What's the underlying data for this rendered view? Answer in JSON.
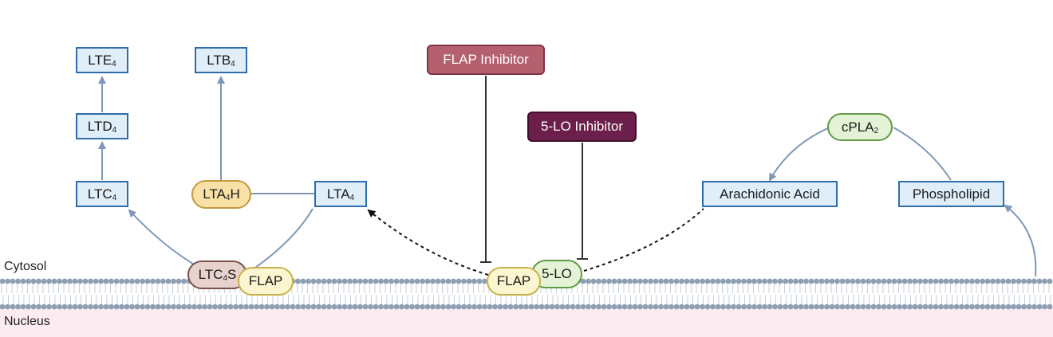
{
  "regions": {
    "cytosol": "Cytosol",
    "nucleus": "Nucleus"
  },
  "nodes": {
    "lte4": {
      "base": "LTE",
      "sub": "4",
      "post": ""
    },
    "ltd4": {
      "base": "LTD",
      "sub": "4",
      "post": ""
    },
    "ltc4": {
      "base": "LTC",
      "sub": "4",
      "post": ""
    },
    "ltb4": {
      "base": "LTB",
      "sub": "4",
      "post": ""
    },
    "lta4": {
      "base": "LTA",
      "sub": "4",
      "post": ""
    },
    "lta4h": {
      "base": "LTA",
      "sub": "4",
      "post": "H"
    },
    "ltc4s": {
      "base": "LTC",
      "sub": "4",
      "post": "S"
    },
    "cpla2": {
      "base": "cPLA",
      "sub": "2",
      "post": ""
    },
    "flap_left": "FLAP",
    "flap_center": "FLAP",
    "five_lo": "5-LO",
    "arachidonic_acid": "Arachidonic Acid",
    "phospholipid": "Phospholipid",
    "flap_inhibitor": "FLAP Inhibitor",
    "five_lo_inhibitor": "5-LO Inhibitor"
  },
  "colors": {
    "box_fill": "#dfeef9",
    "box_border": "#2d6da8",
    "arrow": "#7f96b8",
    "flap_fill": "#fbf6d0",
    "flap_border": "#c8b04a",
    "lta4h_fill": "#f7e1a6",
    "lta4h_border": "#c39a3f",
    "ltc4s_fill": "#e8d2cd",
    "ltc4s_border": "#7a5048",
    "five_lo_fill": "#e4f3d6",
    "five_lo_border": "#5f9a45",
    "flap_inhibitor_fill": "#b5606f",
    "five_lo_inhibitor_fill": "#6b1f4a",
    "membrane": "#8e9fb3",
    "nucleus_fill": "#fcebf0"
  }
}
